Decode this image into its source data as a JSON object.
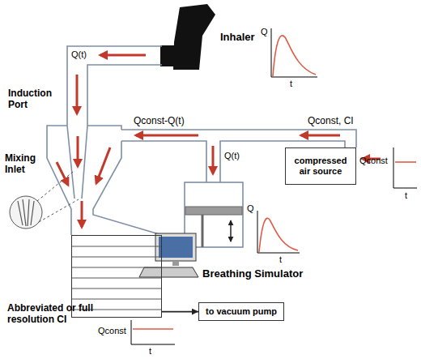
{
  "diagram": {
    "nodes": [
      {
        "text": [
          "compressed air source"
        ]
      },
      {
        "text": [
          "to vacuum pump"
        ]
      },
      {
        "text": [
          "Abbreviated or full resolution CI"
        ]
      }
    ],
    "edges": [
      {
        "from": 2,
        "to": 1,
        "arrow": "to"
      }
    ],
    "labels": [
      "Inhaler",
      "Q",
      "t",
      "Q(t)",
      "Induction Port",
      "Qconst-Q(t)",
      "Qconst, CI",
      "Mixing Inlet",
      "Qconst",
      "t",
      "Q(t)",
      "Q",
      "t",
      "Breathing Simulator",
      "Qconst",
      "t"
    ]
  }
}
